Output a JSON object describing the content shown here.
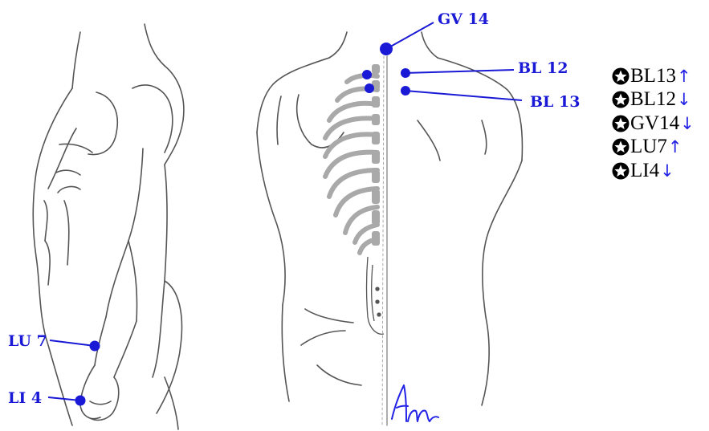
{
  "points": [
    {
      "id": "gv14",
      "label": "GV 14"
    },
    {
      "id": "bl12",
      "label": "BL 12"
    },
    {
      "id": "bl13",
      "label": "BL 13"
    },
    {
      "id": "lu7",
      "label": "LU 7"
    },
    {
      "id": "li4",
      "label": "LI 4"
    }
  ],
  "legend": {
    "items": [
      {
        "code": "BL13",
        "arrow": "↑",
        "direction": "up"
      },
      {
        "code": "BL12",
        "arrow": "↓",
        "direction": "down"
      },
      {
        "code": "GV14",
        "arrow": "↓",
        "direction": "down"
      },
      {
        "code": "LU7",
        "arrow": "↑",
        "direction": "up"
      },
      {
        "code": "LI4",
        "arrow": "↓",
        "direction": "down"
      }
    ],
    "bullet_icon": "star-circle-icon"
  },
  "signature": {
    "text": "Am",
    "kind": "handwritten"
  },
  "colors": {
    "accent": "#1a1ad6",
    "line": "#555555",
    "bone": "#a9a9a9",
    "background": "#ffffff"
  }
}
